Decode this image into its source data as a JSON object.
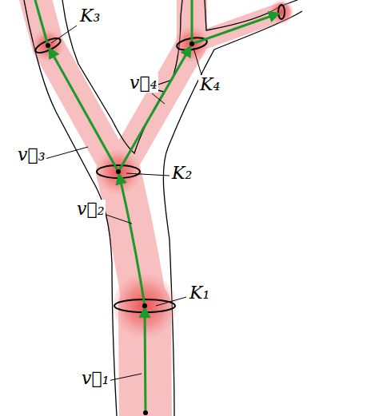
{
  "diagram": {
    "labels": [
      "K₃",
      "K₄",
      "v⃗₄",
      "v⃗₃",
      "K₂",
      "v⃗₂",
      "K₁",
      "v⃗₁"
    ]
  }
}
